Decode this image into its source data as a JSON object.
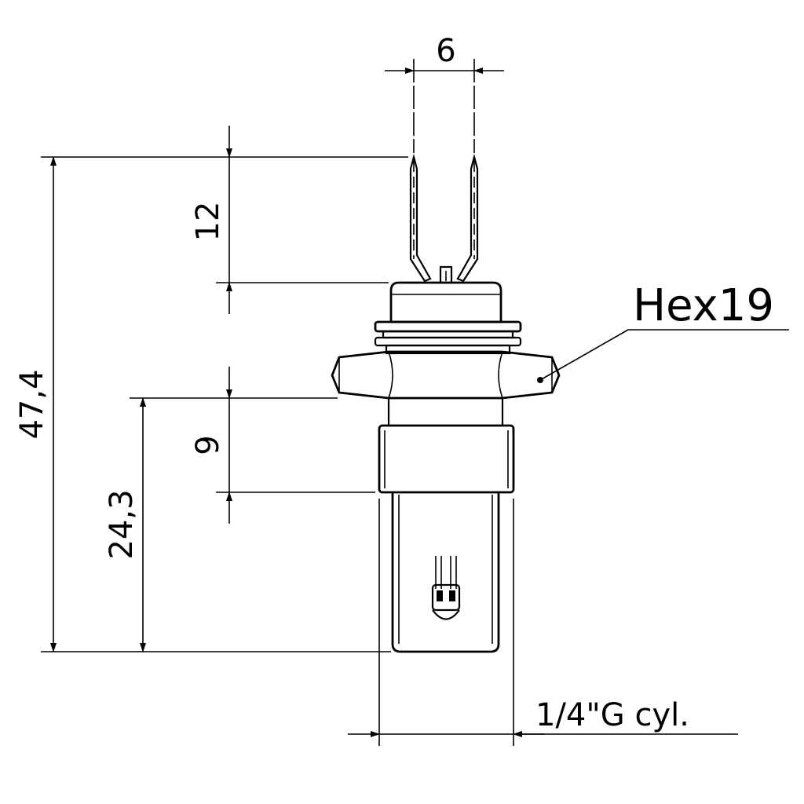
{
  "dimensions": {
    "pin_spacing": "6",
    "pin_length": "12",
    "total_length": "47,4",
    "thread_length": "9",
    "below_hex_length": "24,3"
  },
  "callouts": {
    "hex": "Hex19",
    "thread": "1/4\"G cyl."
  }
}
